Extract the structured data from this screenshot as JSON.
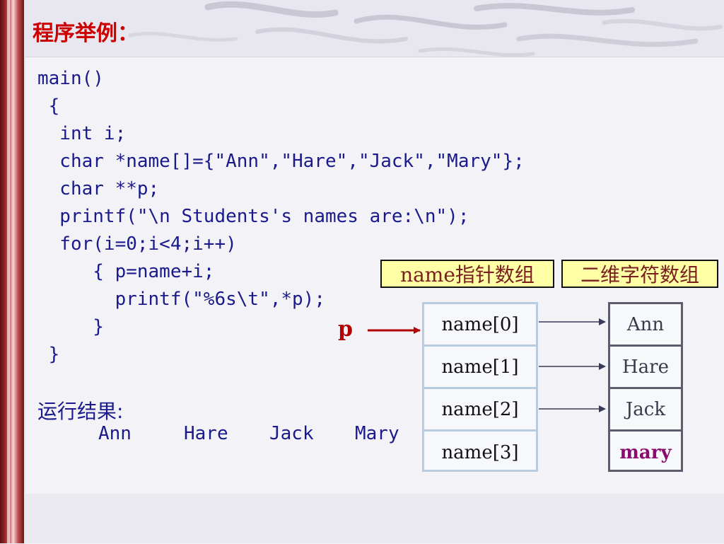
{
  "slide": {
    "title": "程序举例："
  },
  "code": {
    "lines": [
      "main()",
      " {",
      "  int i;",
      "  char *name[]={\"Ann\",\"Hare\",\"Jack\",\"Mary\"};",
      "  char **p;",
      "  printf(\"\\n Students's names are:\\n\");",
      "  for(i=0;i<4;i++)",
      "     { p=name+i;",
      "       printf(\"%6s\\t\",*p);",
      "     }",
      " }"
    ]
  },
  "result": {
    "label": "运行结果:",
    "outputs": [
      "Ann",
      "Hare",
      "Jack",
      "Mary"
    ]
  },
  "diagram": {
    "pointer_array_label": "name指针数组",
    "string_array_label": "二维字符数组",
    "pointer_label": "p",
    "pointer_cells": [
      "name[0]",
      "name[1]",
      "name[2]",
      "name[3]"
    ],
    "string_cells": [
      "Ann",
      "Hare",
      "Jack",
      "mary"
    ],
    "colors": {
      "code_text": "#1a1a8c",
      "title_text": "#cc0000",
      "label_bg": "#ffffa6",
      "pointer_arrow": "#b30000",
      "accent_string": "#8a0a6e"
    }
  }
}
